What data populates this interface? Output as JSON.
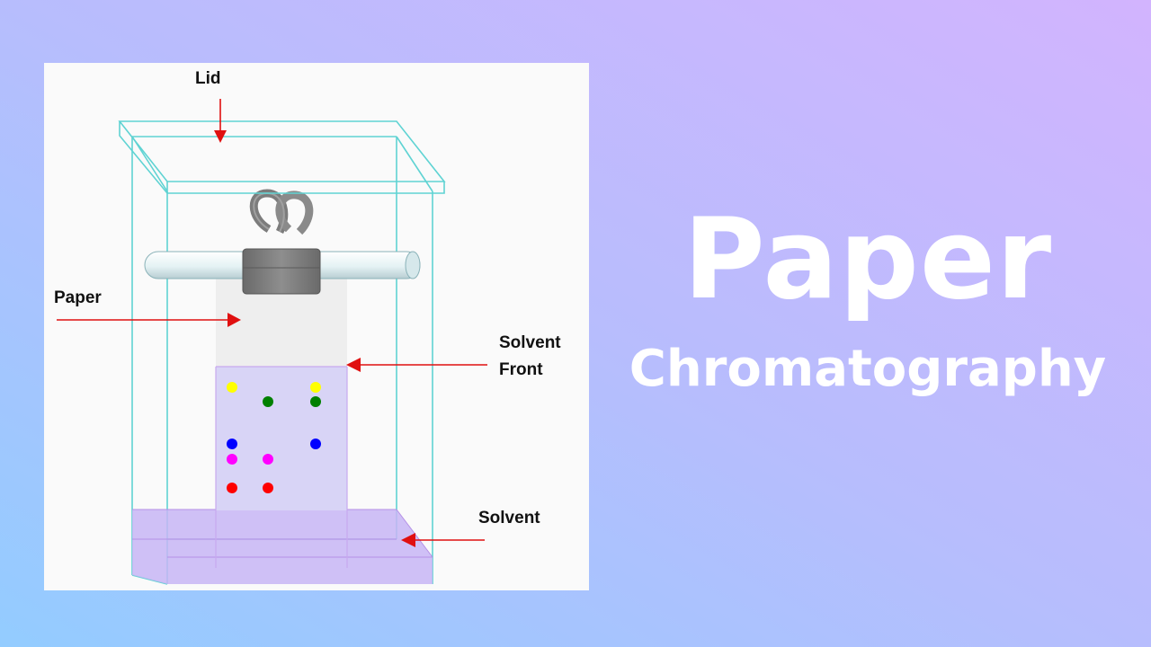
{
  "page": {
    "background_from": "#93ccff",
    "background_mid": "#b7bdfd",
    "background_to": "#d2b4fe"
  },
  "title": {
    "main": "Paper",
    "sub": "Chromatography",
    "color": "#ffffff"
  },
  "diagram": {
    "labels": {
      "lid": "Lid",
      "paper": "Paper",
      "solvent_front_line1": "Solvent",
      "solvent_front_line2": "Front",
      "solvent": "Solvent"
    },
    "colors": {
      "panel": "#fafafa",
      "glass_edge": "#5fd3d3",
      "arrow": "#e01010",
      "paper": "#eeeeee",
      "wet_paper": "#d8d4f6",
      "solvent": "#c7b5f5",
      "clip": "#7c7c7c",
      "rod": "#e4f2f4"
    },
    "spots": [
      {
        "color": "yellow"
      },
      {
        "color": "green"
      },
      {
        "color": "yellow"
      },
      {
        "color": "green"
      },
      {
        "color": "blue"
      },
      {
        "color": "blue"
      },
      {
        "color": "magenta"
      },
      {
        "color": "magenta"
      },
      {
        "color": "red"
      },
      {
        "color": "red"
      }
    ]
  }
}
